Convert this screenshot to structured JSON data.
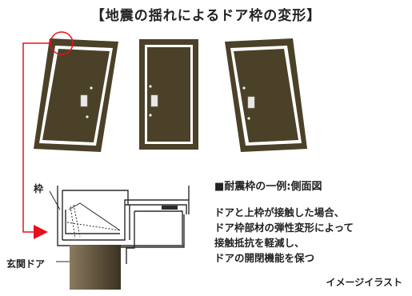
{
  "title": "【地震の揺れによるドア枠の変形】",
  "section_heading": "■耐震枠の一例:側面図",
  "description_lines": [
    "ドアと上枠が接触した場合、",
    "ドア枠部材の弾性変形によって",
    "接触抵抗を軽減し、",
    "ドアの開閉機能を保つ"
  ],
  "labels": {
    "frame": "枠",
    "entrance_door": "玄関ドア"
  },
  "caption": "イメージイラスト",
  "colors": {
    "door": "#4a4128",
    "frame": "#ffffff",
    "accent_red": "#e8101c",
    "frame_line": "#2b2b2b"
  }
}
